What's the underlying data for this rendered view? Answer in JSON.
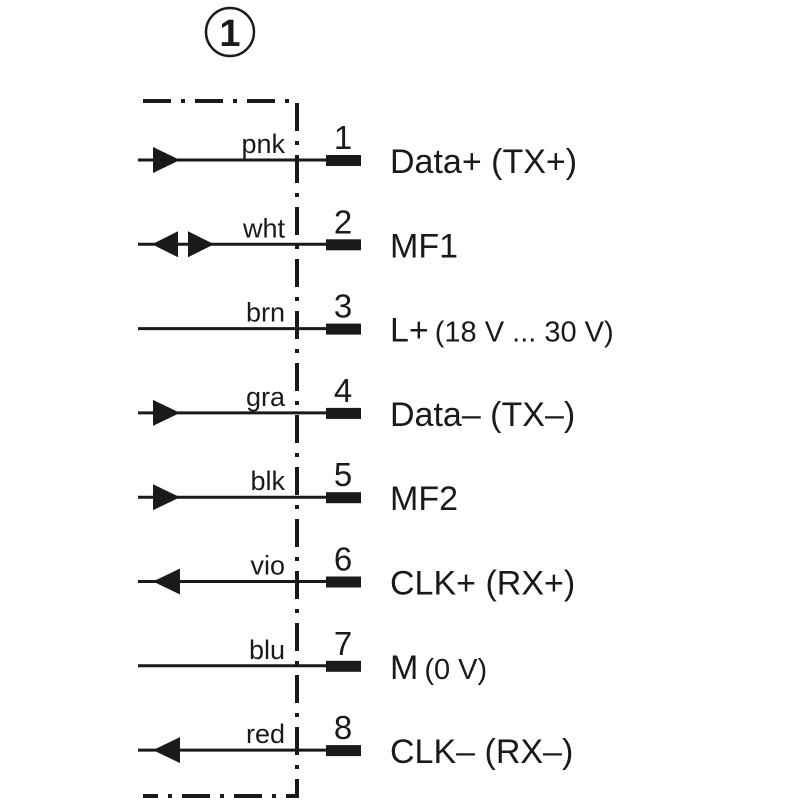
{
  "diagram": {
    "marker": "1",
    "pins": [
      {
        "num": "1",
        "wire": "pnk",
        "signal": "Data+ (TX+)",
        "arrow": "in"
      },
      {
        "num": "2",
        "wire": "wht",
        "signal": "MF1",
        "arrow": "both"
      },
      {
        "num": "3",
        "wire": "brn",
        "signal": "L+",
        "signal_sub": "(18 V ... 30 V)",
        "arrow": "none"
      },
      {
        "num": "4",
        "wire": "gra",
        "signal": "Data– (TX–)",
        "arrow": "in"
      },
      {
        "num": "5",
        "wire": "blk",
        "signal": "MF2",
        "arrow": "in"
      },
      {
        "num": "6",
        "wire": "vio",
        "signal": "CLK+ (RX+)",
        "arrow": "out"
      },
      {
        "num": "7",
        "wire": "blu",
        "signal": "M",
        "signal_sub": "(0 V)",
        "arrow": "none"
      },
      {
        "num": "8",
        "wire": "red",
        "signal": "CLK– (RX–)",
        "arrow": "out"
      }
    ]
  }
}
